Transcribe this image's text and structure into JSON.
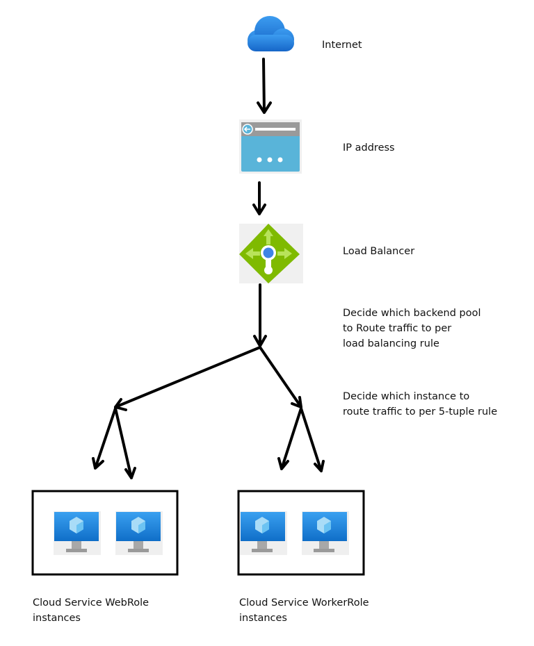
{
  "labels": {
    "internet": "Internet",
    "ip_address": "IP address",
    "load_balancer": "Load Balancer",
    "backend_pool_note": "Decide which backend pool\nto Route traffic to per\nload balancing rule",
    "instance_note": "Decide which instance to\nroute traffic to per 5-tuple rule",
    "webrole_caption": "Cloud Service WebRole\ninstances",
    "workerrole_caption": "Cloud Service WorkerRole\ninstances"
  },
  "icons": {
    "internet": "cloud-icon",
    "ip_address": "public-ip-icon",
    "load_balancer": "load-balancer-icon",
    "instance": "virtual-machine-icon"
  },
  "colors": {
    "cloud": "#1f7fe0",
    "ip_frame": "#9a9a9a",
    "ip_body": "#59b4d9",
    "lb": "#7fba00",
    "lb_arrow": "#b8e35a",
    "vm_screen": "#1e8be0",
    "vm_stand": "#a8a8a8",
    "line": "#000000"
  }
}
